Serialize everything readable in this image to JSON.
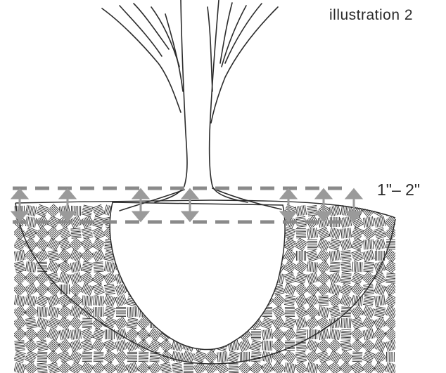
{
  "caption": "illustration 2",
  "depth_label": "1\"– 2\"",
  "colors": {
    "ink": "#2b2b2b",
    "dash": "#8a8a8a",
    "arrow": "#9a9a9a"
  },
  "parts": [
    "tree-trunk",
    "tree-branches",
    "surface-roots",
    "soil-hatching",
    "planting-hole",
    "depth-arrows"
  ]
}
